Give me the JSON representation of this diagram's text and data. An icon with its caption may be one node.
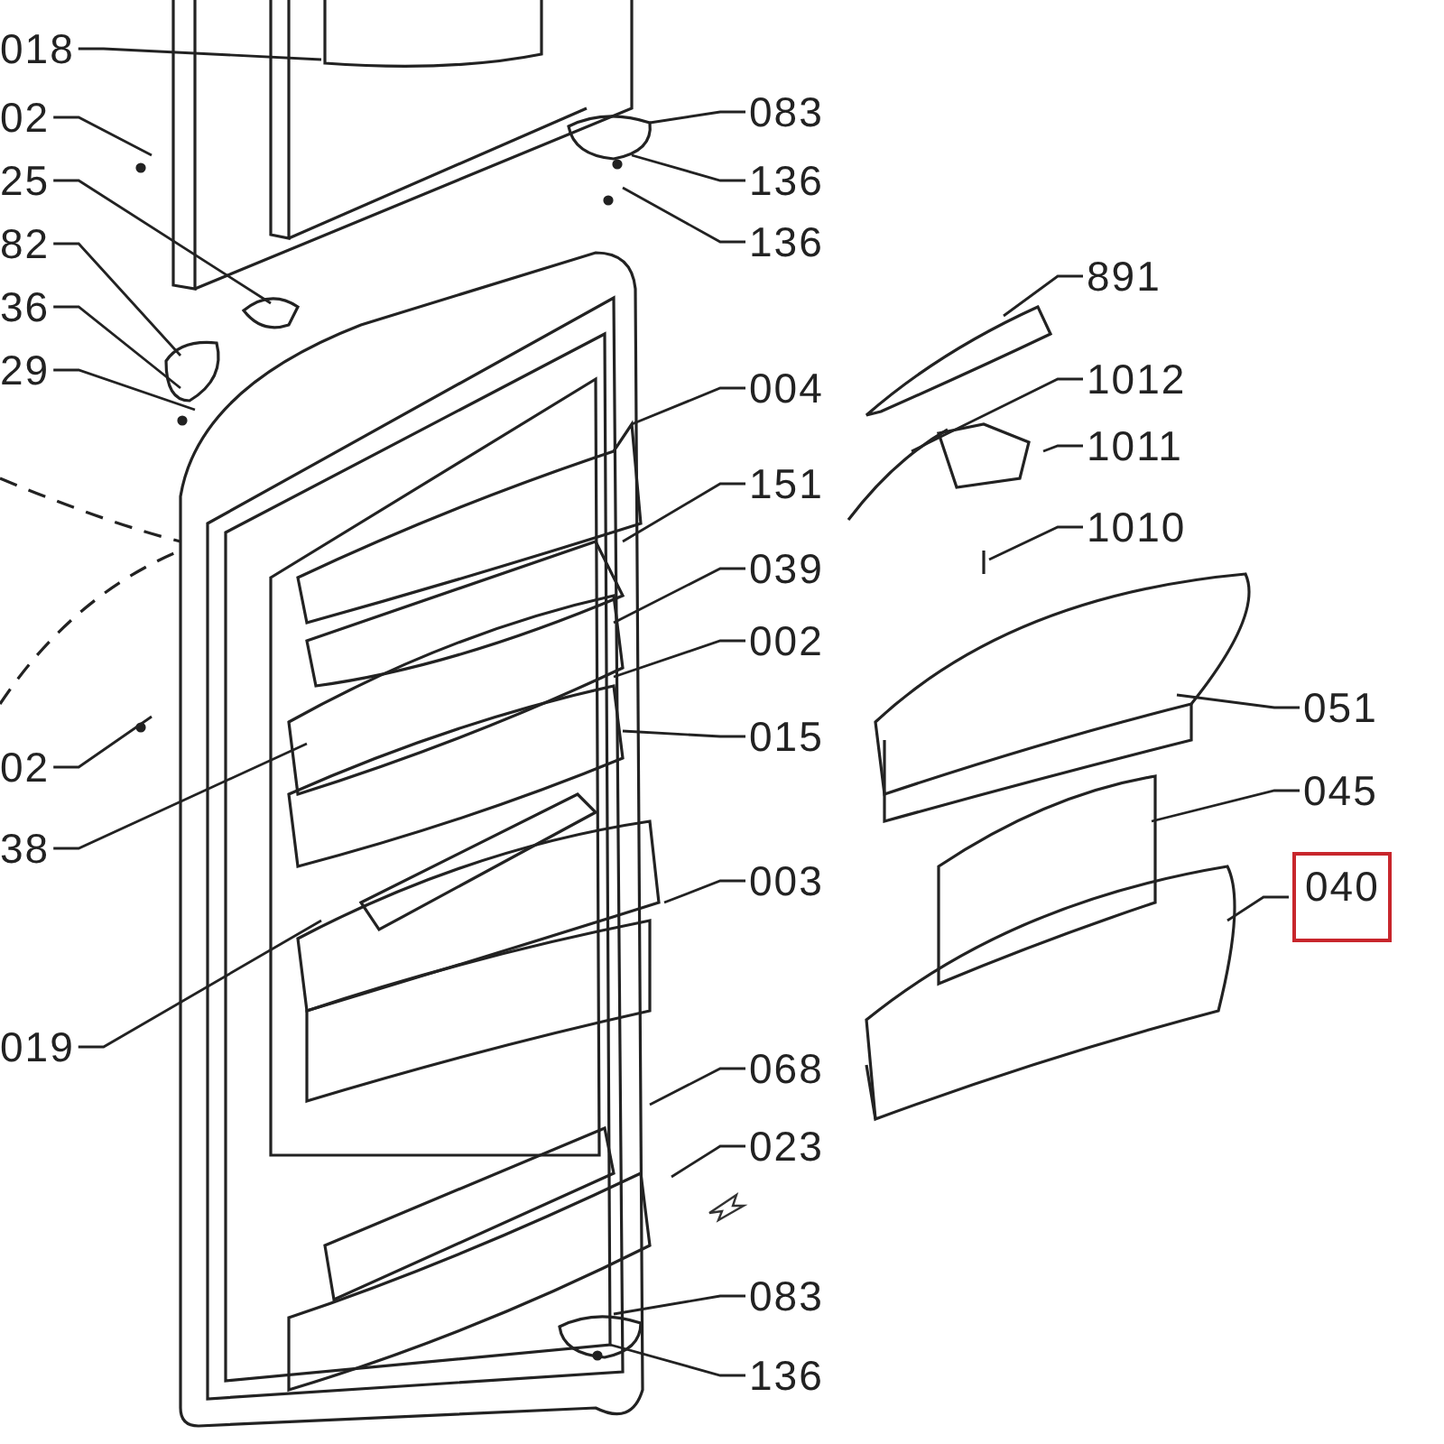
{
  "diagram": {
    "nodes": [
      {
        "text": [
          "018"
        ]
      },
      {
        "text": [
          "02"
        ]
      },
      {
        "text": [
          "25"
        ]
      },
      {
        "text": [
          "82"
        ]
      },
      {
        "text": [
          "36"
        ]
      },
      {
        "text": [
          "29"
        ]
      },
      {
        "text": [
          "02"
        ]
      },
      {
        "text": [
          "38"
        ]
      },
      {
        "text": [
          "019"
        ]
      },
      {
        "text": [
          "083"
        ]
      },
      {
        "text": [
          "136"
        ]
      },
      {
        "text": [
          "136"
        ]
      },
      {
        "text": [
          "891"
        ]
      },
      {
        "text": [
          "1012"
        ]
      },
      {
        "text": [
          "1011"
        ]
      },
      {
        "text": [
          "1010"
        ]
      },
      {
        "text": [
          "004"
        ]
      },
      {
        "text": [
          "151"
        ]
      },
      {
        "text": [
          "039"
        ]
      },
      {
        "text": [
          "002"
        ]
      },
      {
        "text": [
          "015"
        ]
      },
      {
        "text": [
          "051"
        ]
      },
      {
        "text": [
          "045"
        ]
      },
      {
        "text": [
          "040"
        ]
      },
      {
        "text": [
          "003"
        ]
      },
      {
        "text": [
          "068"
        ]
      },
      {
        "text": [
          "023"
        ]
      },
      {
        "text": [
          "083"
        ]
      },
      {
        "text": [
          "136"
        ]
      }
    ],
    "edges": [
      {
        "from": 0,
        "to": null,
        "arrow": "none"
      },
      {
        "from": 1,
        "to": null,
        "arrow": "none"
      },
      {
        "from": 2,
        "to": null,
        "arrow": "none"
      },
      {
        "from": 3,
        "to": null,
        "arrow": "none"
      },
      {
        "from": 4,
        "to": null,
        "arrow": "none"
      },
      {
        "from": 5,
        "to": null,
        "arrow": "none"
      },
      {
        "from": 6,
        "to": null,
        "arrow": "none"
      },
      {
        "from": 7,
        "to": null,
        "arrow": "none"
      },
      {
        "from": 8,
        "to": null,
        "arrow": "none"
      },
      {
        "from": 9,
        "to": null,
        "arrow": "none"
      },
      {
        "from": 10,
        "to": null,
        "arrow": "none"
      },
      {
        "from": 11,
        "to": null,
        "arrow": "none"
      },
      {
        "from": 12,
        "to": null,
        "arrow": "none"
      },
      {
        "from": 13,
        "to": null,
        "arrow": "none"
      },
      {
        "from": 14,
        "to": null,
        "arrow": "none"
      },
      {
        "from": 15,
        "to": null,
        "arrow": "none"
      },
      {
        "from": 16,
        "to": null,
        "arrow": "none"
      },
      {
        "from": 17,
        "to": null,
        "arrow": "none"
      },
      {
        "from": 18,
        "to": null,
        "arrow": "none"
      },
      {
        "from": 19,
        "to": null,
        "arrow": "none"
      },
      {
        "from": 20,
        "to": null,
        "arrow": "none"
      },
      {
        "from": 21,
        "to": null,
        "arrow": "none"
      },
      {
        "from": 22,
        "to": null,
        "arrow": "none"
      },
      {
        "from": 23,
        "to": null,
        "arrow": "none"
      },
      {
        "from": 24,
        "to": null,
        "arrow": "none"
      },
      {
        "from": 25,
        "to": null,
        "arrow": "none"
      },
      {
        "from": 26,
        "to": null,
        "arrow": "none"
      },
      {
        "from": 27,
        "to": null,
        "arrow": "none"
      },
      {
        "from": 28,
        "to": null,
        "arrow": "none"
      }
    ]
  }
}
